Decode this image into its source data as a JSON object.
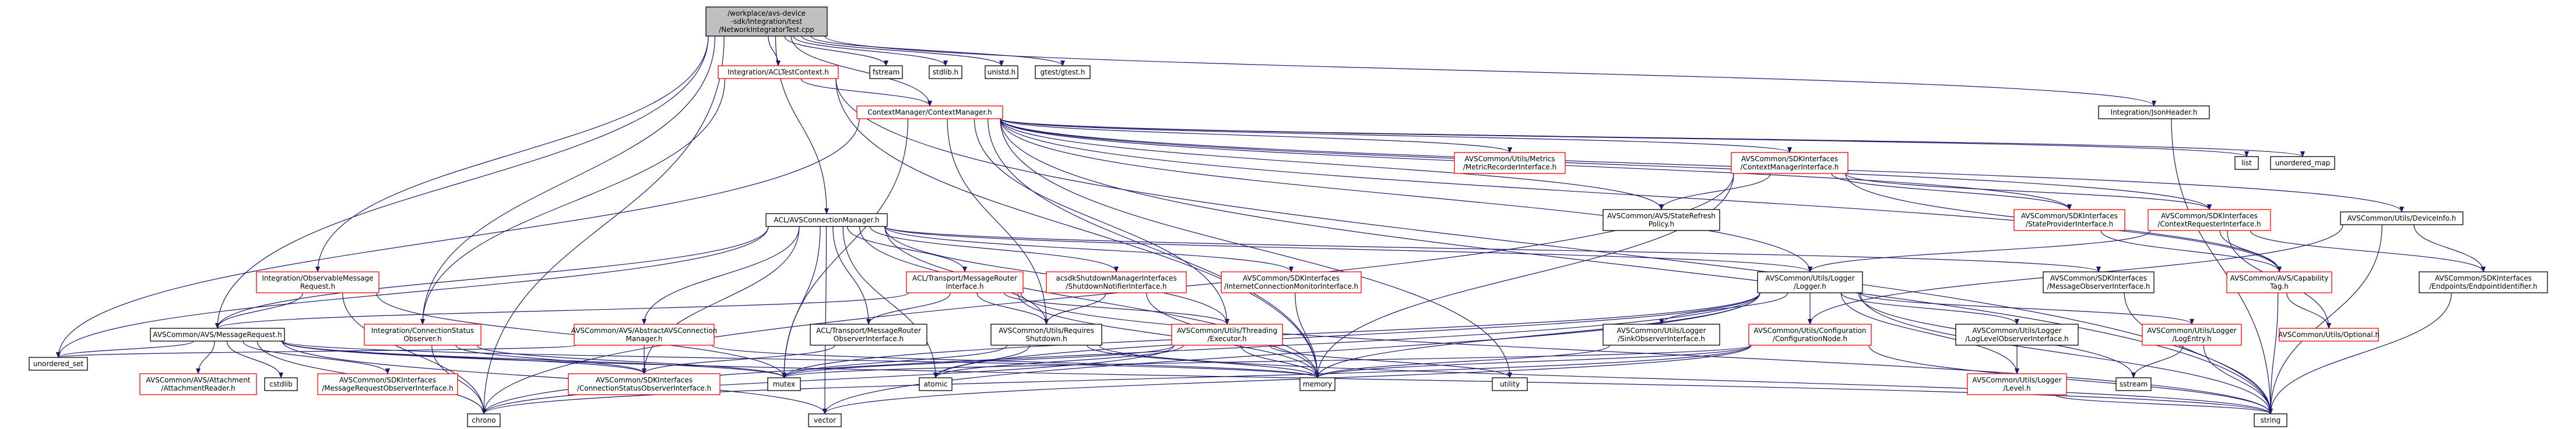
{
  "colors": {
    "root_fill": "#bfbfbf",
    "root_border": "#000000",
    "doc_border": "#ff0000",
    "plain_border": "#000000",
    "fill": "#ffffff",
    "edge": "#191970",
    "edge_red": "#b22222"
  },
  "graph": {
    "nodes": [
      {
        "id": "root",
        "lines": [
          "/workplace/avs-device",
          "-sdk/Integration/test",
          "/NetworkIntegratorTest.cpp"
        ],
        "kind": "root"
      },
      {
        "id": "ctxmgr",
        "lines": [
          "ContextManager/ContextManager.h"
        ],
        "kind": "doc"
      },
      {
        "id": "acltest",
        "lines": [
          "Integration/ACLTestContext.h"
        ],
        "kind": "doc"
      },
      {
        "id": "fstream",
        "lines": [
          "fstream"
        ],
        "kind": "plain"
      },
      {
        "id": "stdlib",
        "lines": [
          "stdlib.h"
        ],
        "kind": "plain"
      },
      {
        "id": "unistd",
        "lines": [
          "unistd.h"
        ],
        "kind": "plain"
      },
      {
        "id": "gtest",
        "lines": [
          "gtest/gtest.h"
        ],
        "kind": "plain"
      },
      {
        "id": "jsonheader",
        "lines": [
          "Integration/JsonHeader.h"
        ],
        "kind": "plain"
      },
      {
        "id": "list",
        "lines": [
          "list"
        ],
        "kind": "plain"
      },
      {
        "id": "unordered_map",
        "lines": [
          "unordered_map"
        ],
        "kind": "plain"
      },
      {
        "id": "metrics",
        "lines": [
          "AVSCommon/Utils/Metrics",
          "/MetricRecorderInterface.h"
        ],
        "kind": "doc"
      },
      {
        "id": "ctxmgrif",
        "lines": [
          "AVSCommon/SDKInterfaces",
          "/ContextManagerInterface.h"
        ],
        "kind": "doc"
      },
      {
        "id": "stateprov",
        "lines": [
          "AVSCommon/SDKInterfaces",
          "/StateProviderInterface.h"
        ],
        "kind": "doc"
      },
      {
        "id": "ctxreq",
        "lines": [
          "AVSCommon/SDKInterfaces",
          "/ContextRequesterInterface.h"
        ],
        "kind": "doc"
      },
      {
        "id": "deviceinfo",
        "lines": [
          "AVSCommon/Utils/DeviceInfo.h"
        ],
        "kind": "plain"
      },
      {
        "id": "staterefresh",
        "lines": [
          "AVSCommon/AVS/StateRefresh",
          "Policy.h"
        ],
        "kind": "plain"
      },
      {
        "id": "aclconn",
        "lines": [
          "ACL/AVSConnectionManager.h"
        ],
        "kind": "plain"
      },
      {
        "id": "obsmsg",
        "lines": [
          "Integration/ObservableMessage",
          "Request.h"
        ],
        "kind": "doc"
      },
      {
        "id": "transport",
        "lines": [
          "ACL/Transport/MessageRouter",
          "Interface.h"
        ],
        "kind": "doc"
      },
      {
        "id": "shutdownnotif",
        "lines": [
          "acsdkShutdownManagerInterfaces",
          "/ShutdownNotifierInterface.h"
        ],
        "kind": "doc"
      },
      {
        "id": "inetconn",
        "lines": [
          "AVSCommon/SDKInterfaces",
          "/InternetConnectionMonitorInterface.h"
        ],
        "kind": "doc"
      },
      {
        "id": "msgobs",
        "lines": [
          "AVSCommon/SDKInterfaces",
          "/MessageObserverInterface.h"
        ],
        "kind": "plain"
      },
      {
        "id": "capability",
        "lines": [
          "AVSCommon/AVS/Capability",
          "Tag.h"
        ],
        "kind": "doc"
      },
      {
        "id": "endpointid",
        "lines": [
          "AVSCommon/SDKInterfaces",
          "/Endpoints/EndpointIdentifier.h"
        ],
        "kind": "plain"
      },
      {
        "id": "logger",
        "lines": [
          "AVSCommon/Utils/Logger",
          "/Logger.h"
        ],
        "kind": "plain"
      },
      {
        "id": "optional",
        "lines": [
          "AVSCommon/Utils/Optional.h"
        ],
        "kind": "doc"
      },
      {
        "id": "msgrequest",
        "lines": [
          "AVSCommon/AVS/MessageRequest.h"
        ],
        "kind": "plain"
      },
      {
        "id": "connstatusobs",
        "lines": [
          "Integration/ConnectionStatus",
          "Observer.h"
        ],
        "kind": "doc"
      },
      {
        "id": "abstractconn",
        "lines": [
          "AVSCommon/AVS/AbstractAVSConnection",
          "Manager.h"
        ],
        "kind": "doc"
      },
      {
        "id": "routerobs",
        "lines": [
          "ACL/Transport/MessageRouter",
          "ObserverInterface.h"
        ],
        "kind": "plain"
      },
      {
        "id": "reqshutdown",
        "lines": [
          "AVSCommon/Utils/Requires",
          "Shutdown.h"
        ],
        "kind": "plain"
      },
      {
        "id": "executor",
        "lines": [
          "AVSCommon/Utils/Threading",
          "/Executor.h"
        ],
        "kind": "doc"
      },
      {
        "id": "sinkobs",
        "lines": [
          "AVSCommon/Utils/Logger",
          "/SinkObserverInterface.h"
        ],
        "kind": "plain"
      },
      {
        "id": "confignode",
        "lines": [
          "AVSCommon/Utils/Configuration",
          "/ConfigurationNode.h"
        ],
        "kind": "doc"
      },
      {
        "id": "loglevelobs",
        "lines": [
          "AVSCommon/Utils/Logger",
          "/LogLevelObserverInterface.h"
        ],
        "kind": "plain"
      },
      {
        "id": "logentry",
        "lines": [
          "AVSCommon/Utils/Logger",
          "/LogEntry.h"
        ],
        "kind": "doc"
      },
      {
        "id": "unordered_set",
        "lines": [
          "unordered_set"
        ],
        "kind": "plain"
      },
      {
        "id": "attachment",
        "lines": [
          "AVSCommon/AVS/Attachment",
          "/AttachmentReader.h"
        ],
        "kind": "doc"
      },
      {
        "id": "cstdlib",
        "lines": [
          "cstdlib"
        ],
        "kind": "plain"
      },
      {
        "id": "msgreqobs",
        "lines": [
          "AVSCommon/SDKInterfaces",
          "/MessageRequestObserverInterface.h"
        ],
        "kind": "doc"
      },
      {
        "id": "connstatusobsif",
        "lines": [
          "AVSCommon/SDKInterfaces",
          "/ConnectionStatusObserverInterface.h"
        ],
        "kind": "doc"
      },
      {
        "id": "mutex",
        "lines": [
          "mutex"
        ],
        "kind": "plain"
      },
      {
        "id": "atomic",
        "lines": [
          "atomic"
        ],
        "kind": "plain"
      },
      {
        "id": "memory",
        "lines": [
          "memory"
        ],
        "kind": "plain"
      },
      {
        "id": "utility",
        "lines": [
          "utility"
        ],
        "kind": "plain"
      },
      {
        "id": "loglevel",
        "lines": [
          "AVSCommon/Utils/Logger",
          "/Level.h"
        ],
        "kind": "doc"
      },
      {
        "id": "sstream",
        "lines": [
          "sstream"
        ],
        "kind": "plain"
      },
      {
        "id": "chrono",
        "lines": [
          "chrono"
        ],
        "kind": "plain"
      },
      {
        "id": "vector",
        "lines": [
          "vector"
        ],
        "kind": "plain"
      },
      {
        "id": "string",
        "lines": [
          "string"
        ],
        "kind": "plain"
      }
    ],
    "edges": [
      [
        "root",
        "acltest"
      ],
      [
        "root",
        "ctxmgr"
      ],
      [
        "root",
        "fstream"
      ],
      [
        "root",
        "stdlib"
      ],
      [
        "root",
        "unistd"
      ],
      [
        "root",
        "gtest"
      ],
      [
        "root",
        "jsonheader"
      ],
      [
        "root",
        "aclconn"
      ],
      [
        "root",
        "obsmsg"
      ],
      [
        "root",
        "connstatusobs"
      ],
      [
        "root",
        "msgrequest"
      ],
      [
        "root",
        "chrono"
      ],
      [
        "acltest",
        "ctxmgr"
      ],
      [
        "acltest",
        "connstatusobs"
      ],
      [
        "acltest",
        "memory"
      ],
      [
        "acltest",
        "string"
      ],
      [
        "ctxmgr",
        "list"
      ],
      [
        "ctxmgr",
        "unordered_map"
      ],
      [
        "ctxmgr",
        "metrics"
      ],
      [
        "ctxmgr",
        "ctxmgrif"
      ],
      [
        "ctxmgr",
        "stateprov"
      ],
      [
        "ctxmgr",
        "ctxreq"
      ],
      [
        "ctxmgr",
        "deviceinfo"
      ],
      [
        "ctxmgr",
        "staterefresh"
      ],
      [
        "ctxmgr",
        "capability"
      ],
      [
        "ctxmgr",
        "logger"
      ],
      [
        "ctxmgr",
        "memory"
      ],
      [
        "ctxmgr",
        "mutex"
      ],
      [
        "ctxmgr",
        "unordered_set"
      ],
      [
        "ctxmgr",
        "utility"
      ],
      [
        "ctxmgr",
        "reqshutdown"
      ],
      [
        "ctxmgr",
        "string"
      ],
      [
        "ctxmgr",
        "executor"
      ],
      [
        "jsonheader",
        "string"
      ],
      [
        "ctxmgrif",
        "stateprov"
      ],
      [
        "ctxmgrif",
        "ctxreq"
      ],
      [
        "ctxmgrif",
        "staterefresh"
      ],
      [
        "ctxmgrif",
        "capability"
      ],
      [
        "ctxmgrif",
        "memory"
      ],
      [
        "ctxmgrif",
        "chrono"
      ],
      [
        "stateprov",
        "capability"
      ],
      [
        "ctxreq",
        "capability"
      ],
      [
        "ctxreq",
        "logger"
      ],
      [
        "ctxreq",
        "optional"
      ],
      [
        "ctxreq",
        "endpointid"
      ],
      [
        "deviceinfo",
        "endpointid"
      ],
      [
        "deviceinfo",
        "confignode"
      ],
      [
        "deviceinfo",
        "string"
      ],
      [
        "capability",
        "optional"
      ],
      [
        "capability",
        "string"
      ],
      [
        "endpointid",
        "string"
      ],
      [
        "aclconn",
        "transport"
      ],
      [
        "aclconn",
        "shutdownnotif"
      ],
      [
        "aclconn",
        "inetconn"
      ],
      [
        "aclconn",
        "msgobs"
      ],
      [
        "aclconn",
        "abstractconn"
      ],
      [
        "aclconn",
        "reqshutdown"
      ],
      [
        "aclconn",
        "executor"
      ],
      [
        "aclconn",
        "msgrequest"
      ],
      [
        "aclconn",
        "routerobs"
      ],
      [
        "aclconn",
        "connstatusobsif"
      ],
      [
        "aclconn",
        "logger"
      ],
      [
        "aclconn",
        "atomic"
      ],
      [
        "aclconn",
        "mutex"
      ],
      [
        "aclconn",
        "memory"
      ],
      [
        "aclconn",
        "unordered_set"
      ],
      [
        "aclconn",
        "vector"
      ],
      [
        "obsmsg",
        "msgrequest"
      ],
      [
        "obsmsg",
        "chrono"
      ],
      [
        "obsmsg",
        "mutex"
      ],
      [
        "transport",
        "routerobs"
      ],
      [
        "transport",
        "reqshutdown"
      ],
      [
        "transport",
        "executor"
      ],
      [
        "transport",
        "memory"
      ],
      [
        "transport",
        "string"
      ],
      [
        "transport",
        "msgrequest"
      ],
      [
        "shutdownnotif",
        "reqshutdown"
      ],
      [
        "shutdownnotif",
        "memory"
      ],
      [
        "inetconn",
        "memory"
      ],
      [
        "msgobs",
        "string"
      ],
      [
        "logger",
        "logentry"
      ],
      [
        "logger",
        "sinkobs"
      ],
      [
        "logger",
        "confignode"
      ],
      [
        "logger",
        "loglevelobs"
      ],
      [
        "logger",
        "loglevel"
      ],
      [
        "logger",
        "atomic"
      ],
      [
        "logger",
        "memory"
      ],
      [
        "logger",
        "mutex"
      ],
      [
        "logger",
        "sstream"
      ],
      [
        "logger",
        "chrono"
      ],
      [
        "logger",
        "vector"
      ],
      [
        "logger",
        "string"
      ],
      [
        "msgrequest",
        "attachment"
      ],
      [
        "msgrequest",
        "cstdlib"
      ],
      [
        "msgrequest",
        "msgreqobs"
      ],
      [
        "msgrequest",
        "connstatusobsif"
      ],
      [
        "msgrequest",
        "unordered_set"
      ],
      [
        "msgrequest",
        "mutex"
      ],
      [
        "msgrequest",
        "memory"
      ],
      [
        "msgrequest",
        "chrono"
      ],
      [
        "msgrequest",
        "vector"
      ],
      [
        "msgrequest",
        "string"
      ],
      [
        "connstatusobs",
        "connstatusobsif"
      ],
      [
        "connstatusobs",
        "chrono"
      ],
      [
        "connstatusobs",
        "mutex"
      ],
      [
        "abstractconn",
        "connstatusobsif"
      ],
      [
        "abstractconn",
        "memory"
      ],
      [
        "abstractconn",
        "unordered_set"
      ],
      [
        "routerobs",
        "connstatusobsif"
      ],
      [
        "reqshutdown",
        "atomic"
      ],
      [
        "reqshutdown",
        "mutex"
      ],
      [
        "reqshutdown",
        "memory"
      ],
      [
        "reqshutdown",
        "string"
      ],
      [
        "executor",
        "atomic"
      ],
      [
        "executor",
        "memory"
      ],
      [
        "executor",
        "mutex"
      ],
      [
        "executor",
        "chrono"
      ],
      [
        "executor",
        "utility"
      ],
      [
        "sinkobs",
        "memory"
      ],
      [
        "confignode",
        "chrono"
      ],
      [
        "confignode",
        "memory"
      ],
      [
        "confignode",
        "mutex"
      ],
      [
        "confignode",
        "string"
      ],
      [
        "confignode",
        "vector"
      ],
      [
        "loglevelobs",
        "loglevel"
      ],
      [
        "logentry",
        "sstream"
      ],
      [
        "logentry",
        "string"
      ],
      [
        "loglevel",
        "string"
      ]
    ]
  }
}
